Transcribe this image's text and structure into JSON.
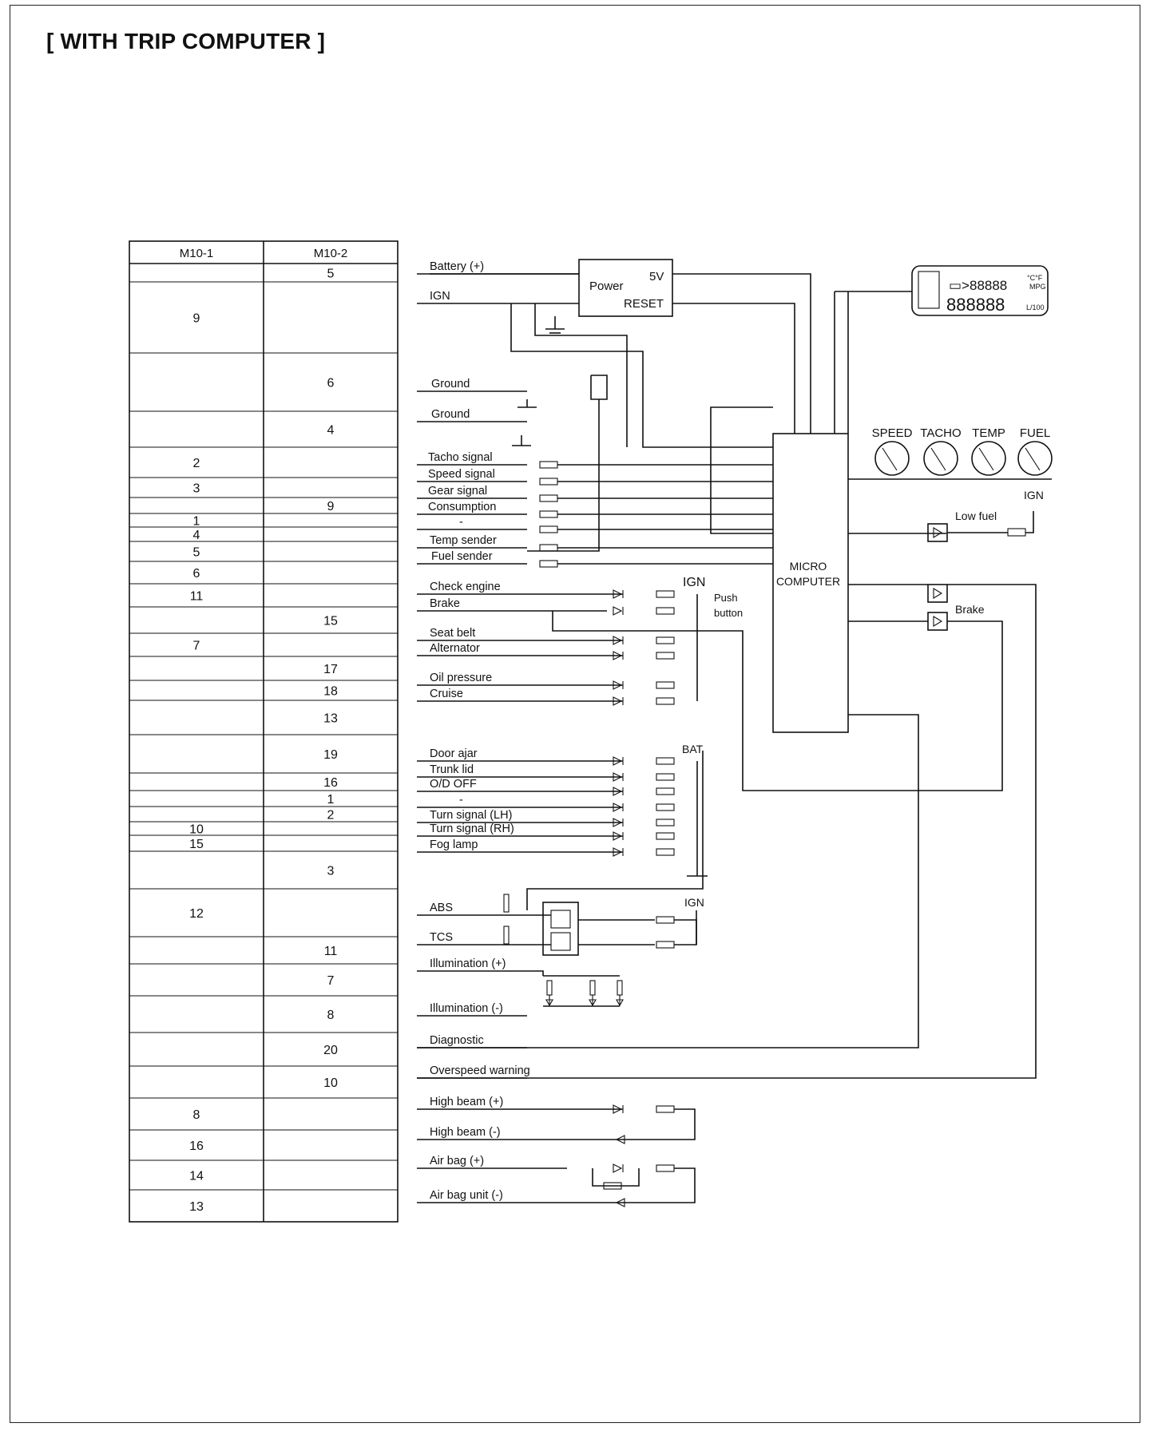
{
  "title": "[ WITH TRIP COMPUTER ]",
  "connector_table": {
    "headers": [
      "M10-1",
      "M10-2"
    ],
    "rows": [
      {
        "m1": "",
        "m2": "5"
      },
      {
        "m1": "9",
        "m2": ""
      },
      {
        "m1": "",
        "m2": "6"
      },
      {
        "m1": "",
        "m2": "4"
      },
      {
        "m1": "2",
        "m2": ""
      },
      {
        "m1": "3",
        "m2": ""
      },
      {
        "m1": "",
        "m2": "9"
      },
      {
        "m1": "1",
        "m2": ""
      },
      {
        "m1": "4",
        "m2": ""
      },
      {
        "m1": "5",
        "m2": ""
      },
      {
        "m1": "6",
        "m2": ""
      },
      {
        "m1": "11",
        "m2": ""
      },
      {
        "m1": "",
        "m2": "15"
      },
      {
        "m1": "7",
        "m2": ""
      },
      {
        "m1": "",
        "m2": "17"
      },
      {
        "m1": "",
        "m2": "18"
      },
      {
        "m1": "",
        "m2": "13"
      },
      {
        "m1": "",
        "m2": "19"
      },
      {
        "m1": "",
        "m2": "16"
      },
      {
        "m1": "",
        "m2": "1"
      },
      {
        "m1": "",
        "m2": "2"
      },
      {
        "m1": "10",
        "m2": ""
      },
      {
        "m1": "15",
        "m2": ""
      },
      {
        "m1": "",
        "m2": "3"
      },
      {
        "m1": "12",
        "m2": ""
      },
      {
        "m1": "",
        "m2": "11"
      },
      {
        "m1": "",
        "m2": "7"
      },
      {
        "m1": "",
        "m2": "8"
      },
      {
        "m1": "",
        "m2": "20"
      },
      {
        "m1": "",
        "m2": "10"
      },
      {
        "m1": "8",
        "m2": ""
      },
      {
        "m1": "16",
        "m2": ""
      },
      {
        "m1": "14",
        "m2": ""
      },
      {
        "m1": "13",
        "m2": ""
      }
    ]
  },
  "signals": [
    "Battery (+)",
    "IGN",
    "Ground",
    "Ground",
    "Tacho signal",
    "Speed signal",
    "Gear signal",
    "Consumption",
    "-",
    "Temp sender",
    "Fuel sender",
    "Check engine",
    "Brake",
    "Seat belt",
    "Alternator",
    "Oil pressure",
    "Cruise",
    "Door ajar",
    "Trunk lid",
    "O/D OFF",
    "-",
    "Turn signal (LH)",
    "Turn signal (RH)",
    "Fog lamp",
    "ABS",
    "TCS",
    "Illumination (+)",
    "Illumination (-)",
    "Diagnostic",
    "Overspeed warning",
    "High beam (+)",
    "High beam (-)",
    "Air bag (+)",
    "Air bag unit (-)"
  ],
  "power_block": {
    "name": "Power",
    "out_5v": "5V",
    "out_reset": "RESET"
  },
  "micro": {
    "line1": "MICRO",
    "line2": "COMPUTER"
  },
  "gauges": [
    "SPEED",
    "TACHO",
    "TEMP",
    "FUEL"
  ],
  "supply_labels": {
    "ign_main": "IGN",
    "bat": "BAT",
    "ign_abs": "IGN",
    "ign_lowfuel": "IGN"
  },
  "outputs": {
    "low_fuel": "Low fuel",
    "brake": "Brake"
  },
  "push_button": {
    "line1": "Push",
    "line2": "button"
  },
  "display": {
    "units_top": "°C°F",
    "units_mpg": "MPG",
    "units_l100": "L/100"
  }
}
